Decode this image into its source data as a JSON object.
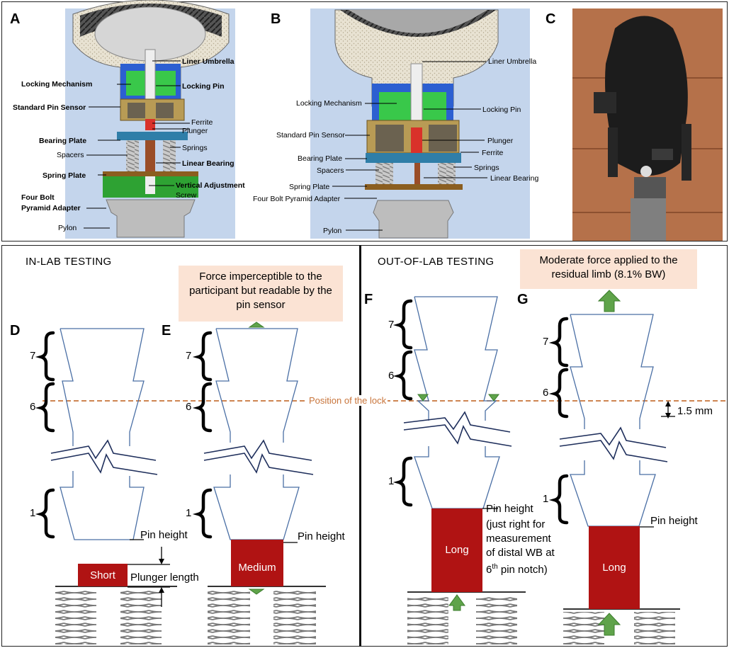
{
  "panels": {
    "A": "A",
    "B": "B",
    "C": "C",
    "D": "D",
    "E": "E",
    "F": "F",
    "G": "G"
  },
  "panel_a_labels": {
    "liner_umbrella": "Liner Umbrella",
    "locking_mechanism": "Locking Mechanism",
    "locking_pin": "Locking Pin",
    "standard_pin_sensor": "Standard Pin Sensor",
    "ferrite": "Ferrite",
    "plunger": "Plunger",
    "bearing_plate": "Bearing Plate",
    "springs": "Springs",
    "spacers": "Spacers",
    "linear_bearing": "Linear Bearing",
    "spring_plate": "Spring Plate",
    "vertical_adjustment": "Vertical Adjustment",
    "screw": "Screw",
    "four_bolt": "Four Bolt",
    "pyramid_adapter": "Pyramid Adapter",
    "pylon": "Pylon"
  },
  "panel_b_labels": {
    "liner_umbrella": "Liner Umbrella",
    "locking_mechanism": "Locking Mechanism",
    "locking_pin": "Locking Pin",
    "standard_pin_sensor": "Standard Pin Sensor",
    "plunger": "Plunger",
    "ferrite": "Ferrite",
    "bearing_plate": "Bearing Plate",
    "spacers": "Spacers",
    "springs": "Springs",
    "linear_bearing": "Linear Bearing",
    "spring_plate": "Spring Plate",
    "four_bolt_pyramid_adapter": "Four Bolt Pyramid Adapter",
    "pylon": "Pylon"
  },
  "in_lab": {
    "heading": "IN-LAB TESTING",
    "callout": "Force imperceptible to the participant but readable by the pin sensor",
    "plunger_d": "Short",
    "plunger_e": "Medium",
    "pin_height": "Pin height",
    "plunger_length": "Plunger length",
    "notch_7": "7",
    "notch_6": "6",
    "notch_1": "1"
  },
  "out_lab": {
    "heading": "OUT-OF-LAB TESTING",
    "callout": "Moderate force applied to the residual limb (8.1% BW)",
    "plunger_f": "Long",
    "plunger_g": "Long",
    "pin_height": "Pin height",
    "pin_height_note_1": "(just right for",
    "pin_height_note_2": "measurement",
    "pin_height_note_3": "of distal WB at",
    "pin_height_note_4a": "6",
    "pin_height_note_4b": "th",
    "pin_height_note_4c": " pin notch)",
    "gap": "1.5 mm",
    "notch_7": "7",
    "notch_6": "6",
    "notch_1": "1"
  },
  "lock_line_label": "Position of the lock",
  "colors": {
    "outline": "#4a6fa5",
    "plunger_red": "#b01313",
    "arrow_green": "#5fa34a",
    "lock_line": "#c8743a",
    "callout_bg": "#fbe3d4",
    "cad_bg": "#c4d5ec"
  }
}
